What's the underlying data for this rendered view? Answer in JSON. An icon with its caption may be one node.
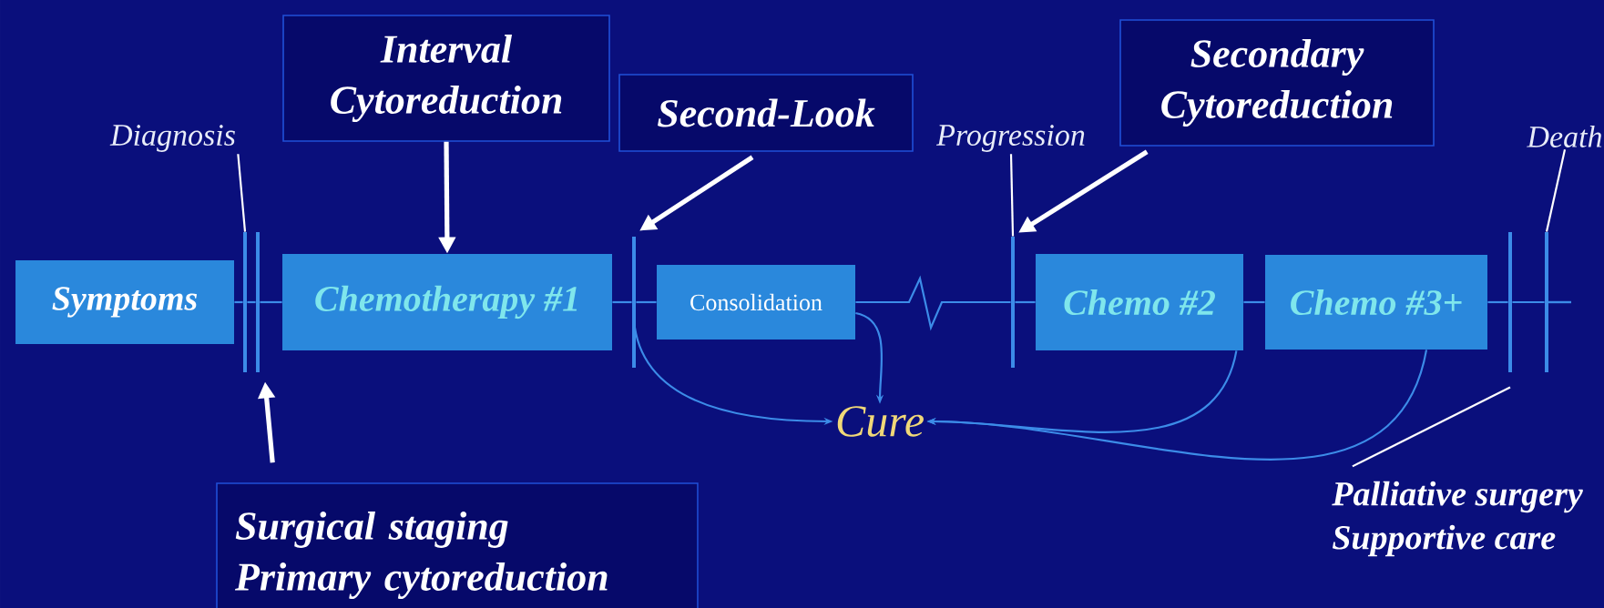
{
  "diagram": {
    "nodes": [
      {
        "text": [
          "Interval Cytoreduction"
        ]
      },
      {
        "text": [
          "Second-Look"
        ]
      },
      {
        "text": [
          "Secondary Cytoreduction"
        ]
      },
      {
        "text": [
          "Diagnosis"
        ]
      },
      {
        "text": [
          "Progression"
        ]
      },
      {
        "text": [
          "Death"
        ]
      },
      {
        "text": [
          "Symptoms"
        ]
      },
      {
        "text": [],
        "shape": "bar"
      },
      {
        "text": [],
        "shape": "bar"
      },
      {
        "text": [
          "Chemotherapy #1"
        ]
      },
      {
        "text": [],
        "shape": "bar"
      },
      {
        "text": [
          "Consolidation"
        ]
      },
      {
        "text": [],
        "shape": "bar"
      },
      {
        "text": [
          "Chemo #2"
        ]
      },
      {
        "text": [
          "Chemo #3+"
        ]
      },
      {
        "text": [],
        "shape": "bar"
      },
      {
        "text": [],
        "shape": "bar"
      },
      {
        "text": [
          "Cure"
        ]
      },
      {
        "text": [
          "Surgical staging",
          "Primary cytoreduction"
        ]
      },
      {
        "text": [
          "Palliative surgery",
          "Supportive care"
        ]
      }
    ],
    "edges": [
      {
        "from": 3,
        "to": 7,
        "arrow": "none",
        "color": "#ffffff"
      },
      {
        "from": 0,
        "to": 9,
        "arrow": "to",
        "style": "thick",
        "color": "#ffffff"
      },
      {
        "from": 1,
        "to": 10,
        "arrow": "to",
        "style": "thick",
        "color": "#ffffff"
      },
      {
        "from": 4,
        "to": 12,
        "arrow": "none",
        "color": "#ffffff"
      },
      {
        "from": 2,
        "to": 12,
        "arrow": "to",
        "style": "thick",
        "color": "#ffffff"
      },
      {
        "from": 5,
        "to": 16,
        "arrow": "none",
        "color": "#ffffff"
      },
      {
        "from": 6,
        "to": 7,
        "arrow": "none"
      },
      {
        "from": 7,
        "to": 8,
        "arrow": "none"
      },
      {
        "from": 8,
        "to": 9,
        "arrow": "none"
      },
      {
        "from": 9,
        "to": 10,
        "arrow": "none"
      },
      {
        "from": 10,
        "to": 11,
        "arrow": "none"
      },
      {
        "from": 11,
        "to": 12,
        "arrow": "none"
      },
      {
        "from": 12,
        "to": 13,
        "arrow": "none"
      },
      {
        "from": 13,
        "to": 14,
        "arrow": "none"
      },
      {
        "from": 14,
        "to": 15,
        "arrow": "none"
      },
      {
        "from": 15,
        "to": 16,
        "arrow": "none"
      },
      {
        "from": 18,
        "to": 8,
        "arrow": "to",
        "style": "thick",
        "color": "#ffffff"
      },
      {
        "from": 19,
        "to": 15,
        "arrow": "none",
        "color": "#ffffff"
      },
      {
        "from": 10,
        "to": 17,
        "arrow": "to"
      },
      {
        "from": 11,
        "to": 17,
        "arrow": "to"
      },
      {
        "from": 13,
        "to": 17,
        "arrow": "to"
      },
      {
        "from": 14,
        "to": 17,
        "arrow": "to"
      }
    ]
  }
}
